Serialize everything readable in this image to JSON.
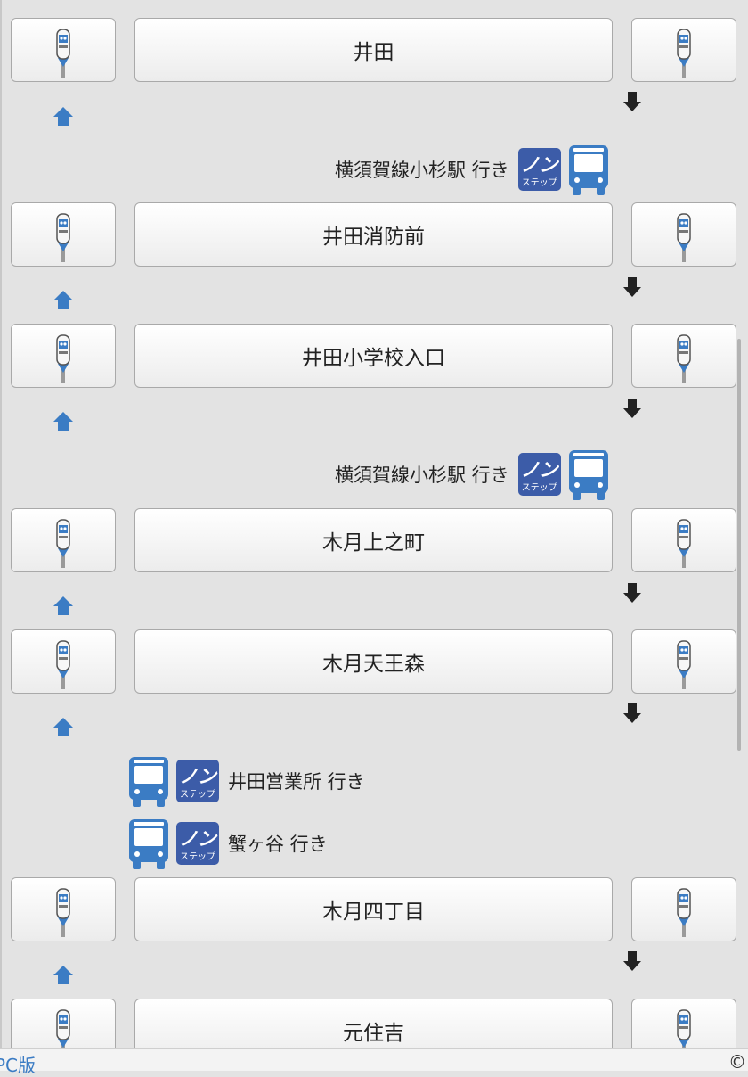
{
  "stops": [
    {
      "name": "井田"
    },
    {
      "name": "井田消防前"
    },
    {
      "name": "井田小学校入口"
    },
    {
      "name": "木月上之町"
    },
    {
      "name": "木月天王森"
    },
    {
      "name": "木月四丁目"
    },
    {
      "name": "元住吉"
    }
  ],
  "destinations": [
    {
      "text": "横須賀線小杉駅 行き",
      "nonstep_top": "ノン",
      "nonstep_bottom": "ステップ"
    },
    {
      "text": "横須賀線小杉駅 行き",
      "nonstep_top": "ノン",
      "nonstep_bottom": "ステップ"
    },
    {
      "text": "井田営業所 行き",
      "nonstep_top": "ノン",
      "nonstep_bottom": "ステップ"
    },
    {
      "text": "蟹ヶ谷 行き",
      "nonstep_top": "ノン",
      "nonstep_bottom": "ステップ"
    }
  ],
  "footer": {
    "pc_link": "PC版",
    "copyright": "©"
  },
  "colors": {
    "accent_blue": "#3b7cc4",
    "nonstep_bg": "#3c5ca8",
    "bus_blue": "#3b7cc4",
    "arrow_down": "#222222"
  },
  "icons": {
    "bus_stop": "bus-stop-pole-icon",
    "up": "arrow-up-icon",
    "down": "arrow-down-icon",
    "bus": "bus-icon",
    "nonstep": "nonstep-badge-icon"
  }
}
